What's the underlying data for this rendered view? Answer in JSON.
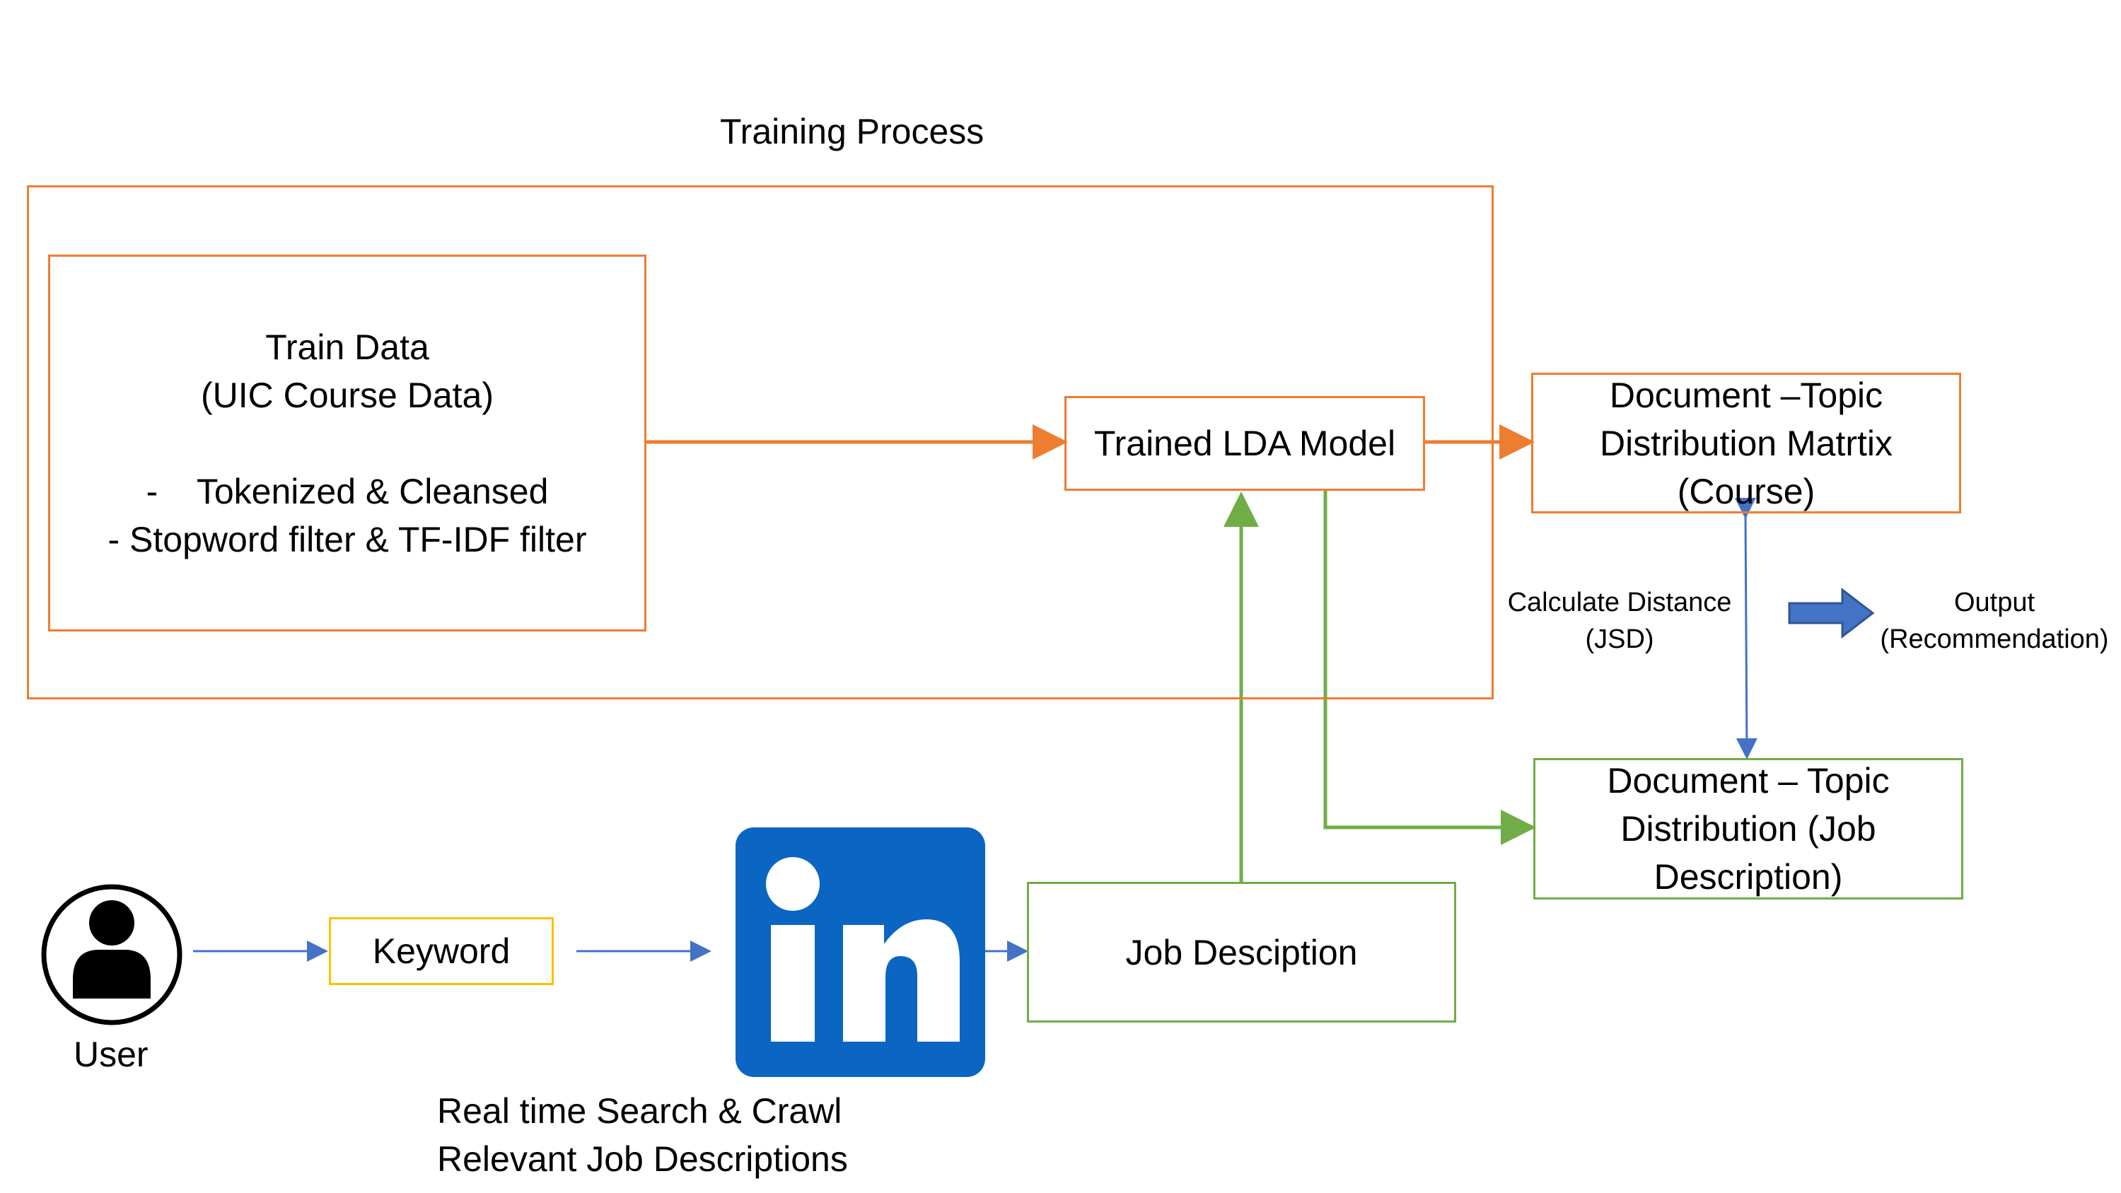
{
  "diagram": {
    "training_process_label": "Training Process",
    "train_data": {
      "lines": [
        "Train Data",
        "(UIC Course Data)",
        "",
        "-    Tokenized & Cleansed",
        "- Stopword filter & TF-IDF filter"
      ]
    },
    "trained_lda_model": "Trained LDA Model",
    "doc_topic_course": {
      "lines": [
        "Document –Topic",
        "Distribution Matrtix",
        "(Course)"
      ]
    },
    "doc_topic_job": {
      "lines": [
        "Document – Topic",
        "Distribution (Job",
        "Description)"
      ]
    },
    "calculate_distance": {
      "lines": [
        "Calculate Distance",
        "(JSD)"
      ]
    },
    "output": {
      "lines": [
        "Output",
        "(Recommendation)"
      ]
    },
    "user_label": "User",
    "keyword_label": "Keyword",
    "job_description_label": "Job Desciption",
    "crawl_caption": {
      "lines": [
        "Real time Search & Crawl",
        "Relevant Job Descriptions"
      ]
    },
    "logo_text": "in",
    "colors": {
      "orange": "#ED7D31",
      "green": "#70AD47",
      "yellow": "#FFC000",
      "blue": "#4472C4",
      "linkedin_blue": "#0A66C2"
    },
    "icons": [
      "user-icon",
      "linkedin-logo",
      "block-arrow-right-icon"
    ]
  }
}
